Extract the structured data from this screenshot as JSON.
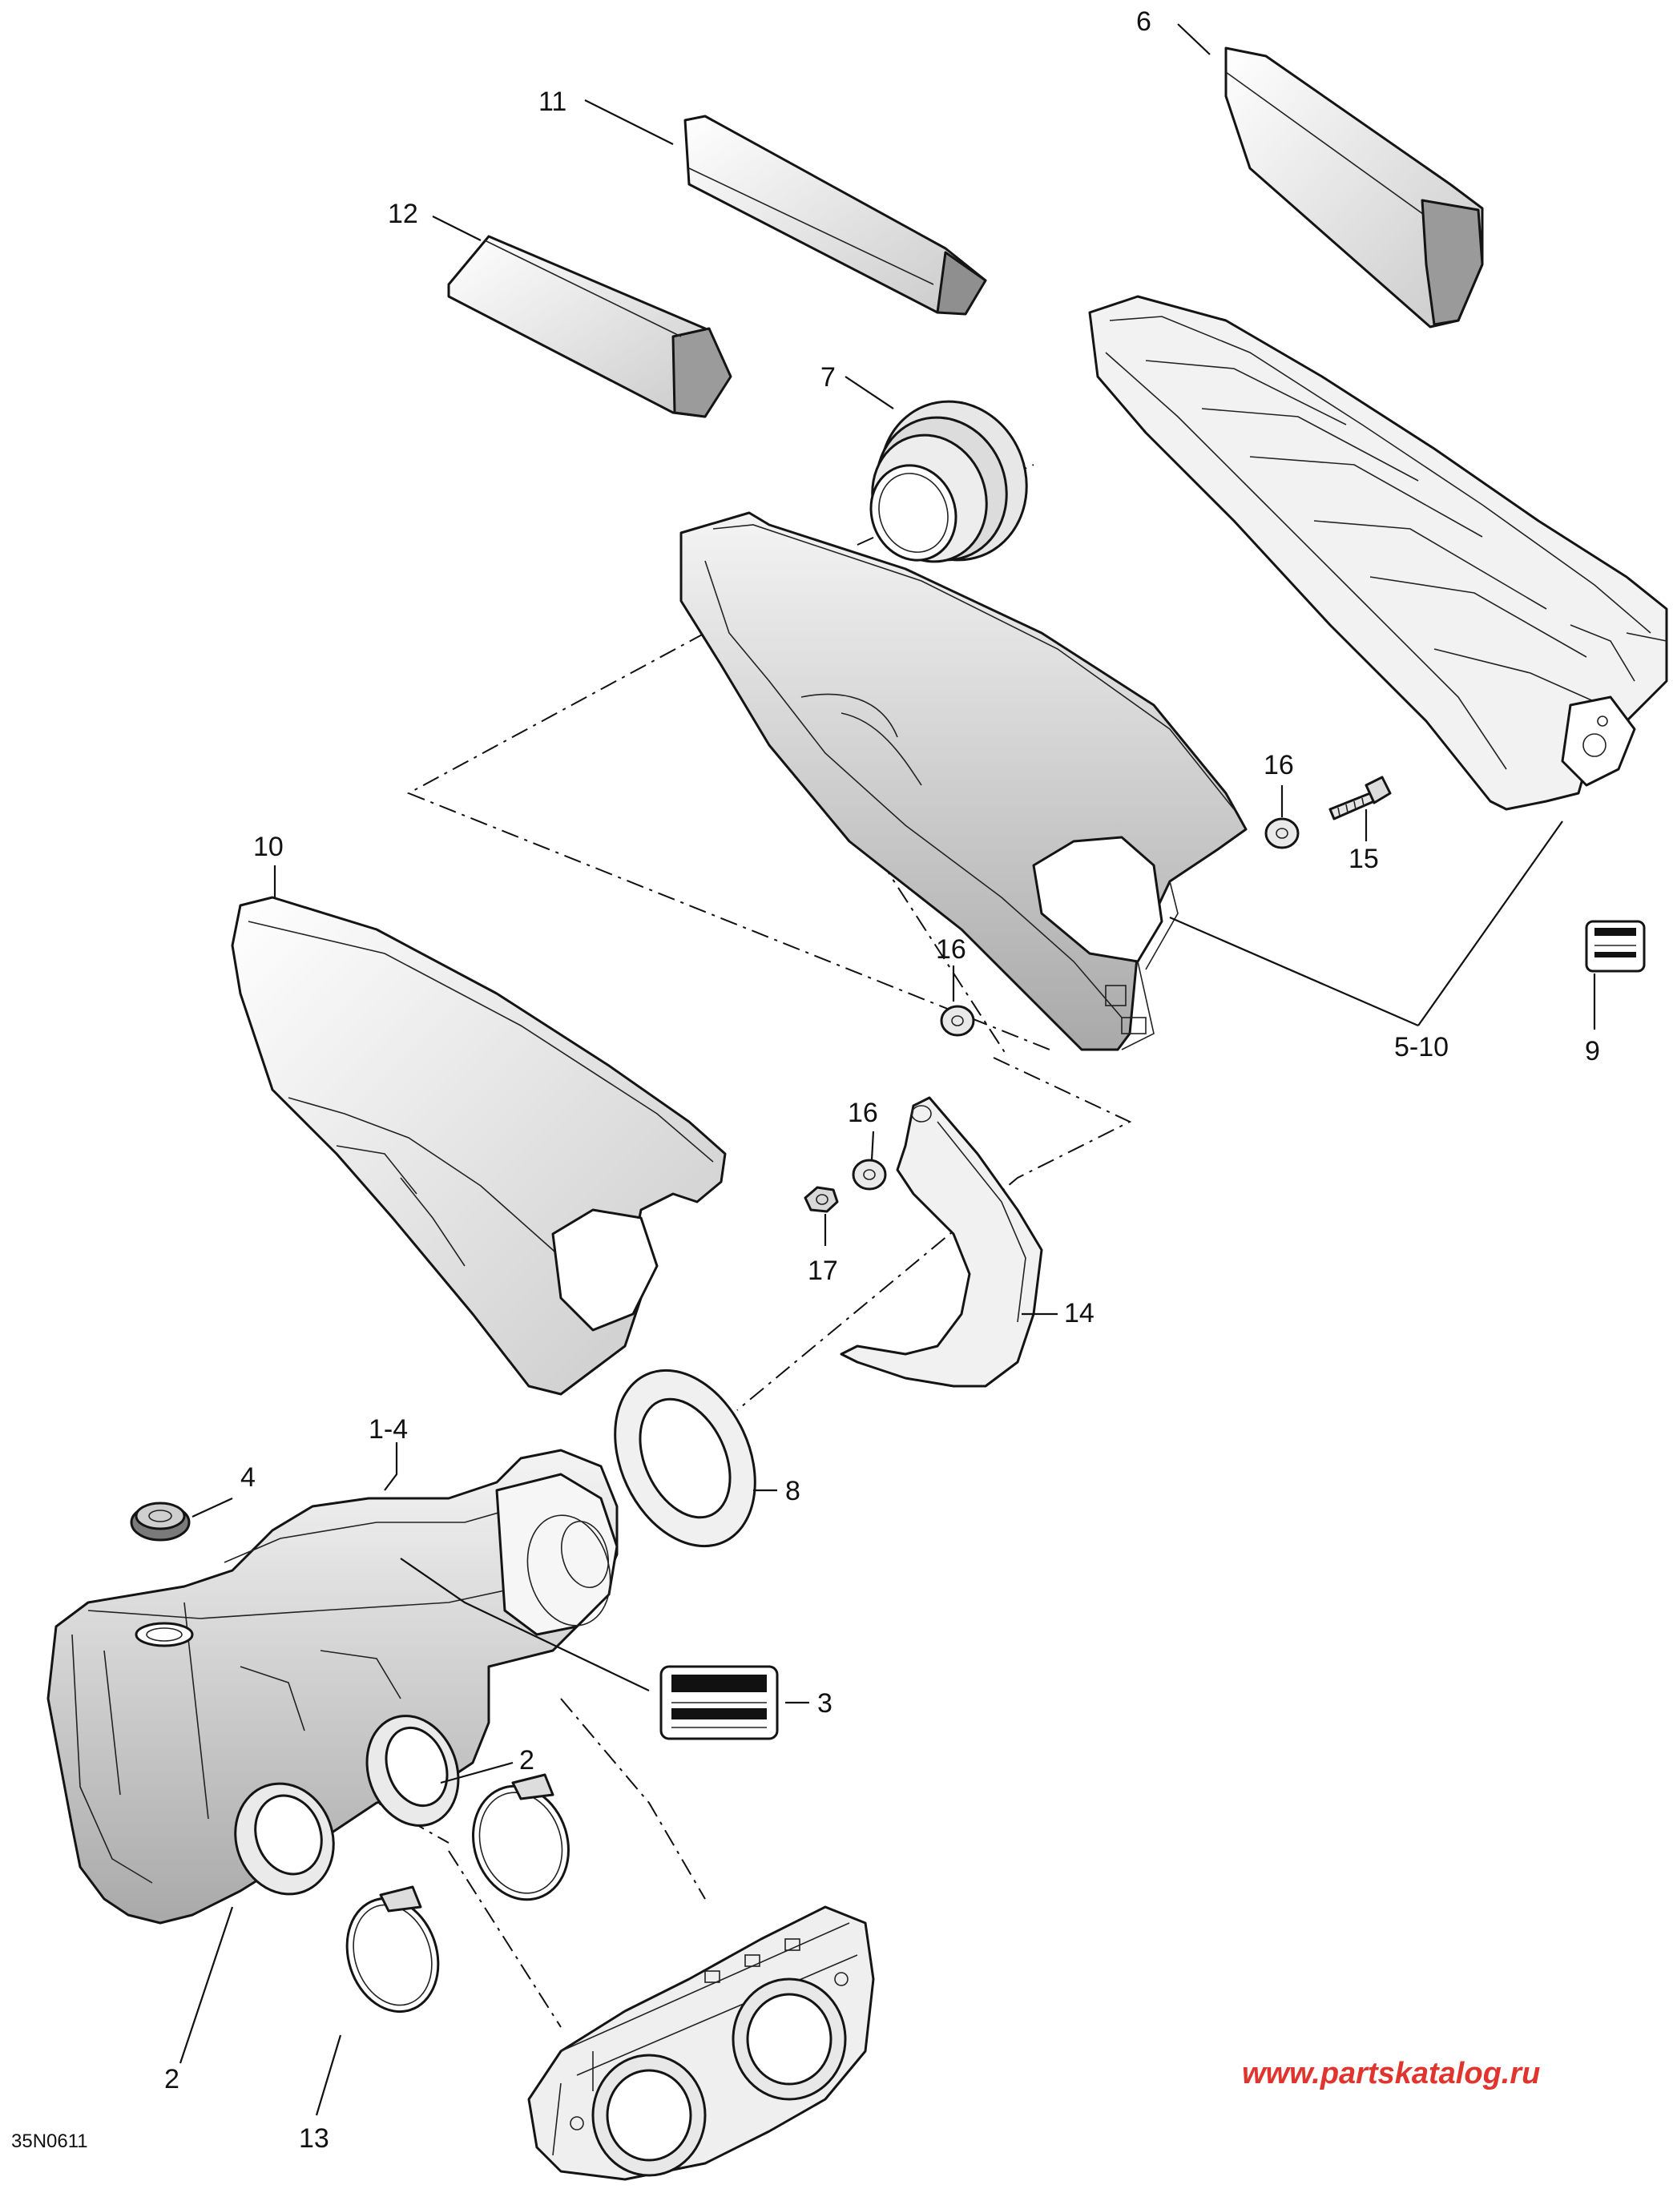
{
  "diagram": {
    "drawing_code": "35N0611",
    "watermark": "www.partskatalog.ru",
    "callouts": {
      "c6": "6",
      "c11": "11",
      "c12": "12",
      "c7": "7",
      "c10": "10",
      "c16a": "16",
      "c15": "15",
      "c16b": "16",
      "c5_10": "5-10",
      "c9": "9",
      "c16c": "16",
      "c17": "17",
      "c14": "14",
      "c1_4": "1-4",
      "c4": "4",
      "c8": "8",
      "c3": "3",
      "c2a": "2",
      "c2b": "2",
      "c13": "13"
    }
  }
}
